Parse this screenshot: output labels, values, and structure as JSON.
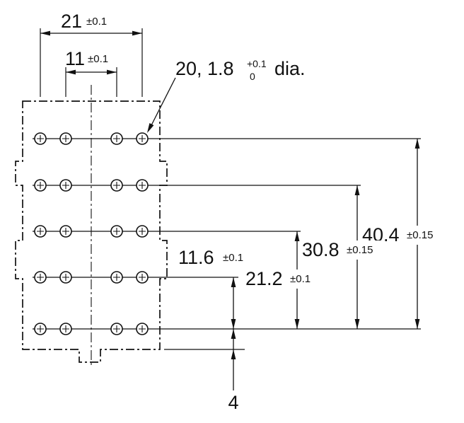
{
  "drawing": {
    "callout": {
      "main": "20, 1.8",
      "tol_upper": "+0.1",
      "tol_lower": "0",
      "suffix": "dia."
    },
    "dims": {
      "top_outer": {
        "value": "21",
        "tol": "±0.1"
      },
      "top_inner": {
        "value": "11",
        "tol": "±0.1"
      },
      "right_outer": {
        "value": "40.4",
        "tol": "±0.15"
      },
      "right_mid": {
        "value": "30.8",
        "tol": "±0.15"
      },
      "right_inner": {
        "value": "21.2",
        "tol": "±0.1"
      },
      "right_innermost": {
        "value": "11.6",
        "tol": "±0.1"
      },
      "bottom_offset": {
        "value": "4"
      }
    }
  }
}
